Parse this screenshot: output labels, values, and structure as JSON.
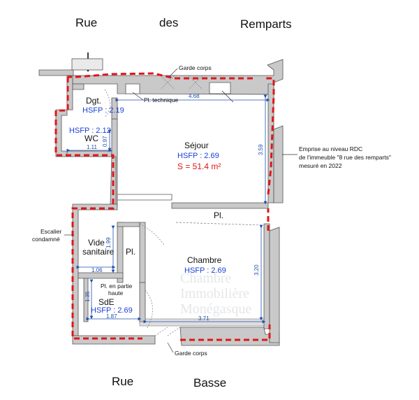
{
  "streets": {
    "top": [
      "Rue",
      "des",
      "Remparts"
    ],
    "bottom": [
      "Rue",
      "Basse"
    ]
  },
  "rooms": {
    "dgt": {
      "name": "Dgt.",
      "hsfp": "HSFP : 2.19"
    },
    "wc": {
      "name": "WC",
      "hsfp": "HSFP : 2.12",
      "dim_w": "1.11",
      "dim_h": "0.97"
    },
    "sejour": {
      "name": "Séjour",
      "hsfp": "HSFP : 2.69",
      "surface": "S = 51.4 m²"
    },
    "chambre": {
      "name": "Chambre",
      "hsfp": "HSFP : 2.69"
    },
    "vide": {
      "name1": "Vide",
      "name2": "sanitaire",
      "dim_w": "1.06",
      "dim_h": "1.99"
    },
    "sde": {
      "name": "SdE",
      "hsfp": "HSFP : 2.69",
      "dim_w": "1.87",
      "dim_h": "1.35"
    },
    "placard_center": "Pl.",
    "placard_chambre": "Pl."
  },
  "dimensions": {
    "sejour_width": "4.68",
    "sejour_height": "3.59",
    "chambre_width": "3.71",
    "chambre_height": "3.20"
  },
  "annotations": {
    "garde_corps_top": "Garde corps",
    "garde_corps_bottom": "Garde corps",
    "pl_technique": "Pl. technique",
    "pl_partie_haute_1": "Pl. en partie",
    "pl_partie_haute_2": "haute",
    "escalier_1": "Escalier",
    "escalier_2": "condamné",
    "emprise_1": "Emprise au niveau RDC",
    "emprise_2": "de l'immeuble \"8 rue des remparts\"",
    "emprise_3": "mesuré en 2022"
  },
  "watermark": [
    "Chambre",
    "Immobilière",
    "Monégasque"
  ],
  "colors": {
    "wall": "#c9c9c9",
    "wall_edge": "#555555",
    "boundary": "#e0161b",
    "dimension": "#1f4fb0",
    "hsfp": "#1a3fd6"
  }
}
